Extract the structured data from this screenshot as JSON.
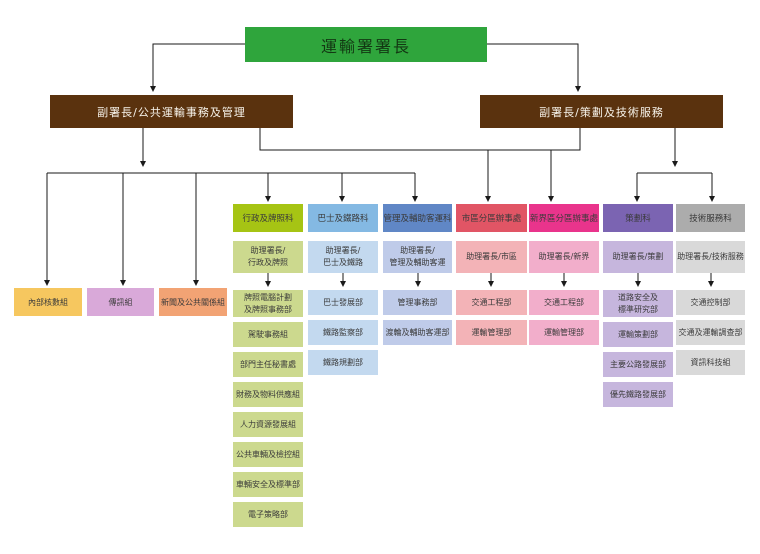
{
  "org": {
    "title": "運輸署署長",
    "deputy_left": "副署長/公共運輸事務及管理",
    "deputy_right": "副署長/策劃及技術服務"
  },
  "colors": {
    "title_bg": "#2fa53c",
    "deputy_bg": "#5a320e",
    "connector": "#1a1a1a"
  },
  "left_units": [
    {
      "label": "內部核數組",
      "bg": "#f6c75f"
    },
    {
      "label": "傳訊組",
      "bg": "#d9a9d9"
    },
    {
      "label": "新聞及公共關係組",
      "bg": "#f2a374"
    }
  ],
  "branches": [
    {
      "header": "行政及牌照科",
      "assistant": "助理署長/\n行政及牌照",
      "header_bg": "#a6c414",
      "item_bg": "#ccd98e",
      "items": [
        "牌照電腦計劃\n及牌照事務部",
        "駕駛事務組",
        "部門主任秘書處",
        "財務及物料供應組",
        "人力資源發展組",
        "公共車輛及檢控組",
        "車輛安全及標準部",
        "電子策略部"
      ]
    },
    {
      "header": "巴士及鐵路科",
      "assistant": "助理署長/\n巴士及鐵路",
      "header_bg": "#84b9e3",
      "item_bg": "#c3d9ef",
      "items": [
        "巴士發展部",
        "鐵路監察部",
        "鐵路規劃部"
      ]
    },
    {
      "header": "管理及輔助客運科",
      "assistant": "助理署長/\n管理及輔助客運",
      "header_bg": "#6087c6",
      "item_bg": "#bfcbe9",
      "items": [
        "管理事務部",
        "渡輪及輔助客運部"
      ]
    },
    {
      "header": "市區分區辦事處",
      "assistant": "助理署長/市區",
      "header_bg": "#e15565",
      "item_bg": "#f3b3b7",
      "items": [
        "交通工程部",
        "運輸管理部"
      ]
    },
    {
      "header": "新界區分區辦事處",
      "assistant": "助理署長/新界",
      "header_bg": "#e9348c",
      "item_bg": "#f2aecb",
      "items": [
        "交通工程部",
        "運輸管理部"
      ]
    },
    {
      "header": "策劃科",
      "assistant": "助理署長/策劃",
      "header_bg": "#7b64b2",
      "item_bg": "#c6b6dd",
      "items": [
        "道路安全及\n標準研究部",
        "運輸策劃部",
        "主要公路發展部",
        "優先鐵路發展部"
      ]
    },
    {
      "header": "技術服務科",
      "assistant": "助理署長/技術服務",
      "header_bg": "#acacac",
      "item_bg": "#d9d9d9",
      "items": [
        "交通控制部",
        "交通及運輸調查部",
        "資訊科技組"
      ]
    }
  ]
}
